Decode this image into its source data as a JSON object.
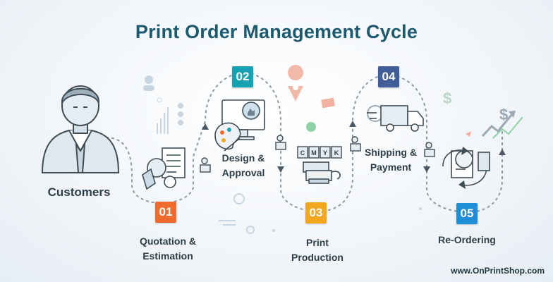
{
  "title": "Print Order Management Cycle",
  "steps": [
    {
      "number": "01",
      "label_line1": "Quotation &",
      "label_line2": "Estimation",
      "color": "#ef6c2e"
    },
    {
      "number": "02",
      "label_line1": "Design &",
      "label_line2": "Approval",
      "color": "#17a2b4"
    },
    {
      "number": "03",
      "label_line1": "Print",
      "label_line2": "Production",
      "color": "#f3a71f"
    },
    {
      "number": "04",
      "label_line1": "Shipping &",
      "label_line2": "Payment",
      "color": "#415e98"
    },
    {
      "number": "05",
      "label_line1": "Re-Ordering",
      "label_line2": "",
      "color": "#1e8ed8"
    }
  ],
  "customers_label": "Customers",
  "cmyk_letters": [
    "C",
    "M",
    "Y",
    "K"
  ],
  "website": "www.OnPrintShop.com"
}
